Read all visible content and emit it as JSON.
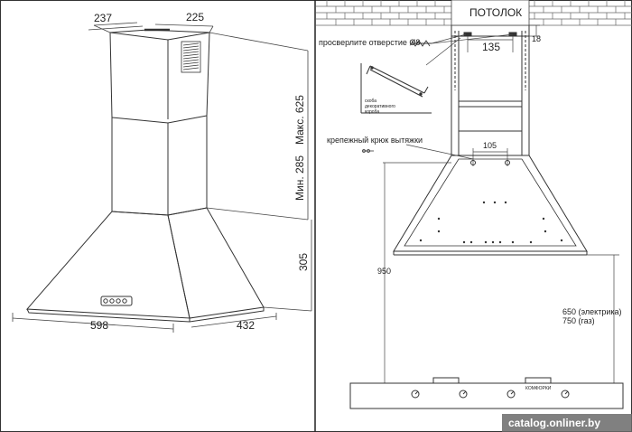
{
  "left_view": {
    "dim_top_depth": "237",
    "dim_top_width": "225",
    "dim_max_height": "Макс. 625",
    "dim_min_height": "Мин. 285",
    "dim_canopy_height": "305",
    "dim_width": "598",
    "dim_depth": "432"
  },
  "right_view": {
    "ceiling_label": "ПОТОЛОК",
    "drill_note": "просверлите отверстие Ø8",
    "dim_bracket_spacing": "135",
    "dim_ceiling_offset": "18",
    "bracket_caption_line1": "скоба",
    "bracket_caption_line2": "декоративного",
    "bracket_caption_line3": "короба",
    "hook_note": "крепежный крюк вытяжки",
    "dim_hook_spacing": "105",
    "dim_total_height": "950",
    "dim_electric": "650 (электрика)",
    "dim_gas": "750 (газ)",
    "hob_label": "КОМФОРКИ"
  },
  "watermark": "catalog.onliner.by"
}
